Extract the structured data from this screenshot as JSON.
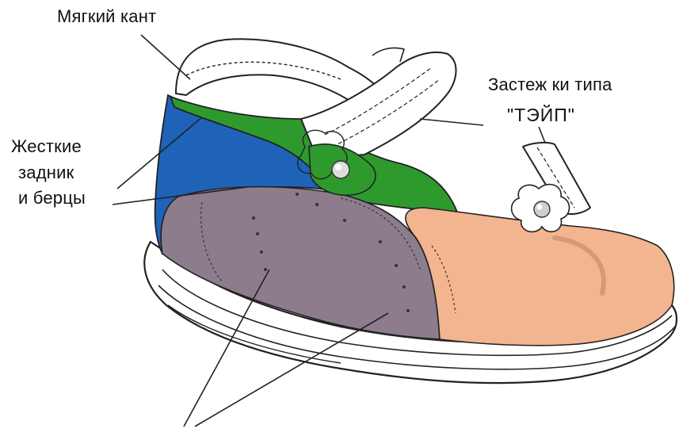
{
  "labels": {
    "soft_edge": "Мягкий кант",
    "rigid_line1": "Жесткие",
    "rigid_line2": "задник",
    "rigid_line3": "и берцы",
    "fastener_line1": "Застеж ки типа",
    "fastener_line2": "\"ТЭЙП\""
  },
  "colors": {
    "heel_counter": "#1f63b8",
    "soft_edge_band": "#2e9a2e",
    "strap_tab": "#2e9a2e",
    "insole_lining": "#8c7c8c",
    "toe_lining": "#f3b58f",
    "outline": "#222222",
    "sole": "#ffffff"
  }
}
